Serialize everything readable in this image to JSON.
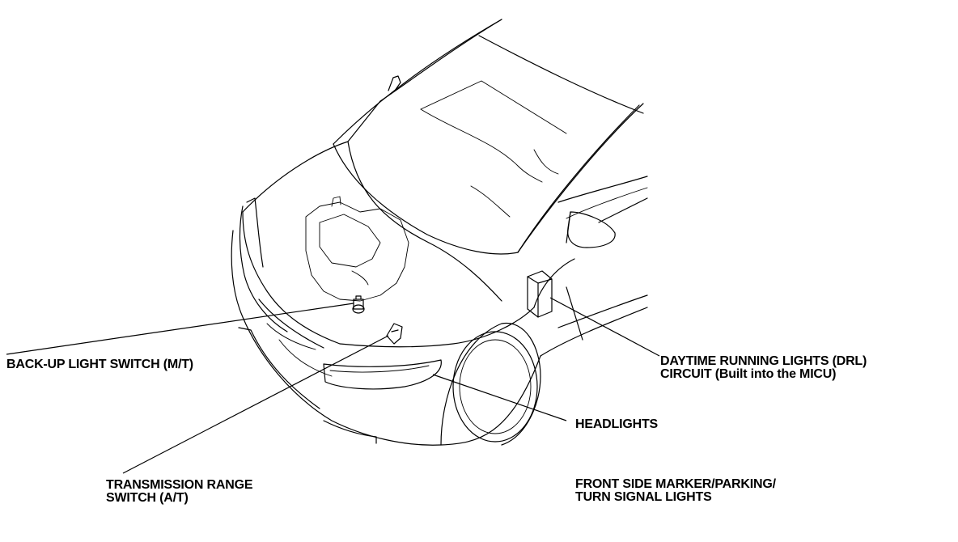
{
  "labels": {
    "backup_switch": "BACK-UP LIGHT SWITCH (M/T)",
    "trans_range_1": "TRANSMISSION RANGE",
    "trans_range_2": "SWITCH (A/T)",
    "drl_1": "DAYTIME RUNNING LIGHTS (DRL)",
    "drl_2": "CIRCUIT (Built into the MICU)",
    "headlights": "HEADLIGHTS",
    "side_marker_1": "FRONT SIDE MARKER/PARKING/",
    "side_marker_2": "TURN SIGNAL LIGHTS"
  }
}
